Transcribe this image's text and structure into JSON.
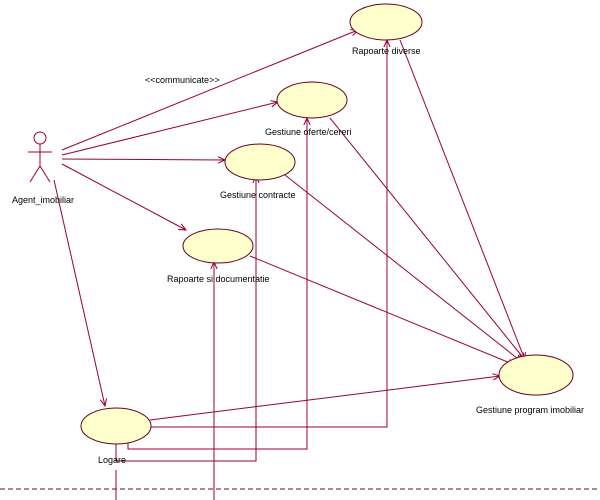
{
  "colors": {
    "usecase_fill": "#ffffcc",
    "line": "#990033",
    "border": "#660022",
    "separator": "#804040"
  },
  "actor": {
    "label": "Agent_imobiliar"
  },
  "stereotype": "<<communicate>>",
  "usecases": {
    "rapoarte_diverse": "Rapoarte diverse",
    "gestiune_oferte": "Gestiune oferte/cereri",
    "gestiune_contracte": "Gestiune contracte",
    "rapoarte_documentatie": "Rapoarte si documentatie",
    "gestiune_program": "Gestiune program imobiliar",
    "logare": "Logare"
  }
}
